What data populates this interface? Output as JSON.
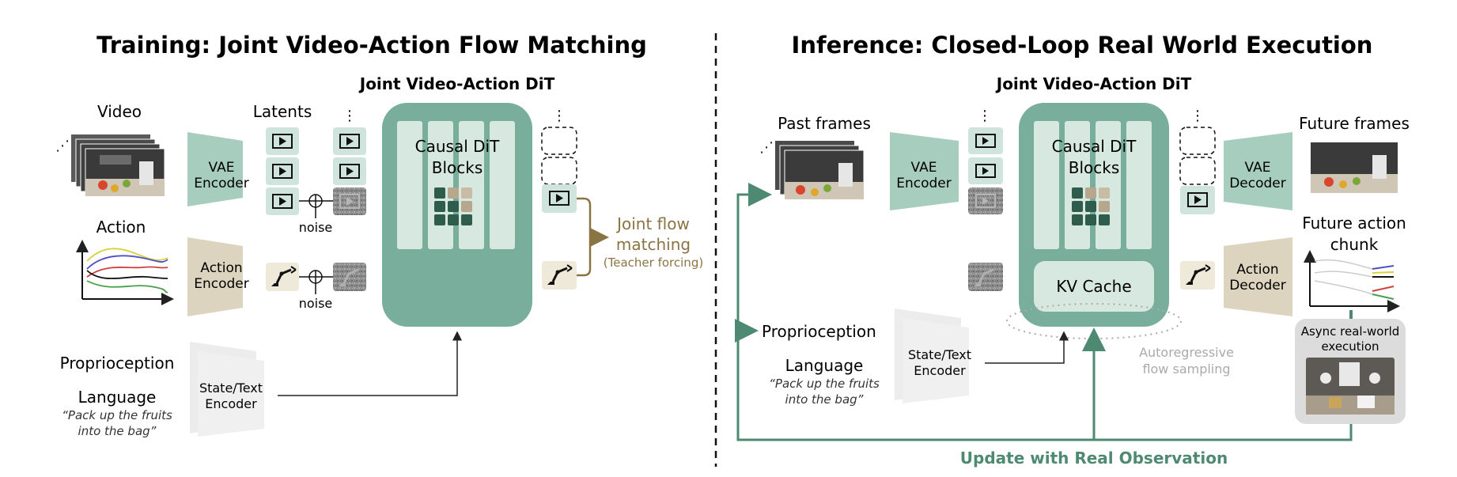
{
  "training": {
    "title": "Training: Joint Video-Action Flow Matching",
    "dit_title": "Joint Video-Action DiT",
    "video_label": "Video",
    "latents_label": "Latents",
    "action_label": "Action",
    "vae_encoder": [
      "VAE",
      "Encoder"
    ],
    "action_encoder": [
      "Action",
      "Encoder"
    ],
    "noise_label": "noise",
    "causal_blocks": [
      "Causal DiT",
      "Blocks"
    ],
    "proprioception": "Proprioception",
    "language": "Language",
    "prompt": [
      "“Pack up the fruits",
      "into the bag”"
    ],
    "state_encoder": [
      "State/Text",
      "Encoder"
    ],
    "joint_flow": [
      "Joint flow",
      "matching"
    ],
    "teacher_forcing": "(Teacher forcing)",
    "ellipsis": "⋮"
  },
  "inference": {
    "title": "Inference: Closed-Loop Real World Execution",
    "dit_title": "Joint Video-Action DiT",
    "past_frames": "Past frames",
    "future_frames": "Future frames",
    "vae_encoder": [
      "VAE",
      "Encoder"
    ],
    "vae_decoder": [
      "VAE",
      "Decoder"
    ],
    "action_decoder": [
      "Action",
      "Decoder"
    ],
    "causal_blocks": [
      "Causal DiT",
      "Blocks"
    ],
    "kv_cache": "KV Cache",
    "future_action": [
      "Future action",
      "chunk"
    ],
    "async_exec": [
      "Async real-world",
      "execution"
    ],
    "proprioception": "Proprioception",
    "language": "Language",
    "prompt": [
      "“Pack up the fruits",
      "into the bag”"
    ],
    "state_encoder": [
      "State/Text",
      "Encoder"
    ],
    "autoregressive": [
      "Autoregressive",
      "flow sampling"
    ],
    "update": "Update with Real Observation"
  },
  "colors": {
    "dit_green": "#7aae9c",
    "block_light": "#d7e8e1",
    "token_bg": "#cfe4dc",
    "encoder_green": "#a6cdbd",
    "encoder_tan": "#ddd4bf",
    "dark_green": "#2f5c4c",
    "gold": "#8b7444",
    "loop_green": "#4e8a72",
    "gray_text": "#aaaaaa"
  }
}
